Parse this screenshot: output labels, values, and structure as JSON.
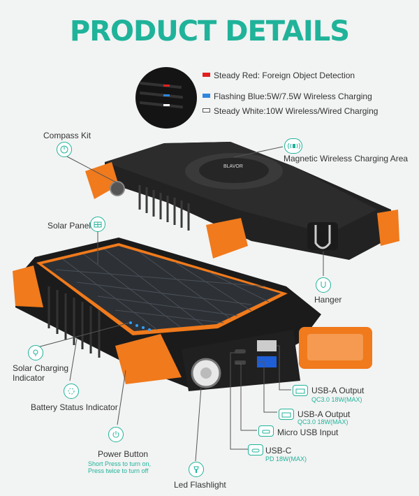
{
  "title": "PRODUCT DETAILS",
  "indicators": [
    {
      "text": "Steady Red: Foreign Object Detection",
      "color": "#e0201f"
    },
    {
      "text": "Flashing Blue:5W/7.5W Wireless Charging",
      "color": "#2e86de"
    },
    {
      "text": "Steady White:10W Wireless/Wired Charging",
      "color": "#ffffff"
    }
  ],
  "labels": {
    "compass_kit": "Compass Kit",
    "magnetic_area": "Magnetic Wireless Charging Area",
    "solar_panel": "Solar Panel",
    "hanger": "Hanger",
    "solar_charging_indicator_line1": "Solar Charging",
    "solar_charging_indicator_line2": "Indicator",
    "battery_status_indicator": "Battery Status Indicator",
    "power_button": "Power Button",
    "power_note_line1": "Short Press to turn on,",
    "power_note_line2": "Press twice to turn off",
    "led_flashlight": "Led Flashlight",
    "usb_a_output_1": "USB-A Output",
    "usb_a_output_1_spec": "QC3.0 18W(MAX)",
    "usb_a_output_2": "USB-A Output",
    "usb_a_output_2_spec": "QC3.0 18W(MAX)",
    "micro_usb_input": "Micro USB Input",
    "usb_c": "USB-C",
    "usb_c_spec": "PD 18W(MAX)",
    "brand": "BLAVOR"
  },
  "colors": {
    "accent": "#1fb39a",
    "orange": "#f07a1c",
    "body": "#1b1b1b"
  }
}
